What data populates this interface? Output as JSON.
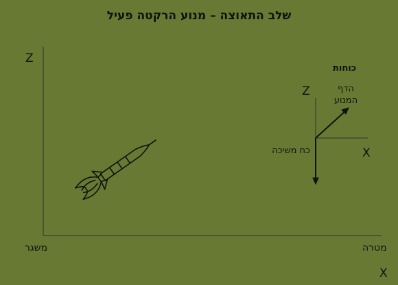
{
  "title": "שלב התאוצה – מנוע הרקטה פעיל",
  "axes": {
    "z_label": "Z",
    "x_label": "X",
    "left_label": "משגר",
    "right_label": "מטרה"
  },
  "forces": {
    "title": "כוחות",
    "z_label": "Z",
    "x_label": "X",
    "thrust_label": "הדף המנוע",
    "drag_label": "כח משיכה"
  },
  "colors": {
    "background": "#677932",
    "ink": "#111111"
  }
}
